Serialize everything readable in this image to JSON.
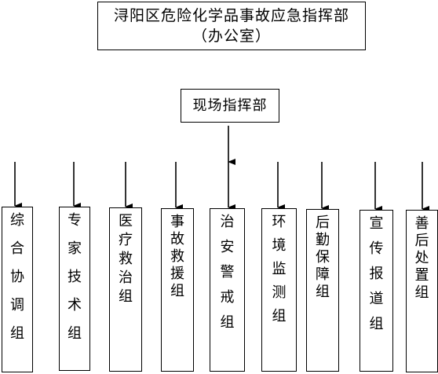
{
  "top": {
    "title": "浔阳区危险化学品事故应急指挥部",
    "subtitle": "（办公室）"
  },
  "middle": {
    "label": "现场指挥部"
  },
  "groups": [
    {
      "id": "comprehensive",
      "label": "综合协调组"
    },
    {
      "id": "experts",
      "label": "专家技术组"
    },
    {
      "id": "medical",
      "label": "医疗救治组"
    },
    {
      "id": "rescue",
      "label": "事故救援组"
    },
    {
      "id": "security",
      "label": "治安警戒组"
    },
    {
      "id": "environment",
      "label": "环境监测组"
    },
    {
      "id": "logistics",
      "label": "后勤保障组"
    },
    {
      "id": "publicity",
      "label": "宣传报道组"
    },
    {
      "id": "aftermath",
      "label": "善后处置组"
    }
  ]
}
